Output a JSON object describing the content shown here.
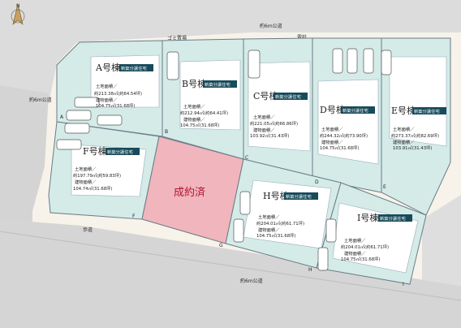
{
  "compass": {
    "north_label": "N"
  },
  "roads": {
    "north_road": "約6m公道",
    "west_road": "約6m公道",
    "south_road": "約6m公道",
    "footpath": "歩道",
    "garbage": "ゴミ置場",
    "street_light": "電柱",
    "sidewalk": "歩道"
  },
  "lots": [
    {
      "id": "A",
      "title": "A号棟",
      "badge": "新築分譲住宅",
      "land": "土地面積／",
      "land_v": "約213.38㎡(約64.54坪)",
      "bldg": "建物面積／",
      "bldg_v": "104.75㎡(31.68坪)"
    },
    {
      "id": "B",
      "title": "B号棟",
      "badge": "新築分譲住宅",
      "land": "土地面積／",
      "land_v": "約212.94㎡(約64.41坪)",
      "bldg": "建物面積／",
      "bldg_v": "104.75㎡(31.68坪)"
    },
    {
      "id": "C",
      "title": "C号棟",
      "badge": "新築分譲住宅",
      "land": "土地面積／",
      "land_v": "約221.05㎡(約66.86坪)",
      "bldg": "建物面積／",
      "bldg_v": "103.92㎡(31.43坪)"
    },
    {
      "id": "D",
      "title": "D号棟",
      "badge": "新築分譲住宅",
      "land": "土地面積／",
      "land_v": "約244.32㎡(約73.90坪)",
      "bldg": "建物面積／",
      "bldg_v": "104.75㎡(31.68坪)"
    },
    {
      "id": "E",
      "title": "E号棟",
      "badge": "新築分譲住宅",
      "land": "土地面積／",
      "land_v": "約273.37㎡(約82.69坪)",
      "bldg": "建物面積／",
      "bldg_v": "103.91㎡(31.43坪)"
    },
    {
      "id": "F",
      "title": "F号棟",
      "badge": "新築分譲住宅",
      "land": "土地面積／",
      "land_v": "約197.79㎡(約59.83坪)",
      "bldg": "建物面積／",
      "bldg_v": "104.74㎡(31.68坪)"
    },
    {
      "id": "H",
      "title": "H号棟",
      "badge": "新築分譲住宅",
      "land": "土地面積／",
      "land_v": "約204.01㎡(約61.71坪)",
      "bldg": "建物面積／",
      "bldg_v": "104.75㎡(31.68坪)"
    },
    {
      "id": "I",
      "title": "I号棟",
      "badge": "新築分譲住宅",
      "land": "土地面積／",
      "land_v": "約204.01㎡(約61.71坪)",
      "bldg": "建物面積／",
      "bldg_v": "104.75㎡(31.68坪)"
    }
  ],
  "sold_label": "成約済",
  "corners": {
    "a": "A",
    "b": "B",
    "c": "C",
    "d": "D",
    "e": "E",
    "f": "F",
    "g": "G",
    "h": "H",
    "i": "I"
  },
  "colors": {
    "lot_fill": "#d4ebe8",
    "sold_fill": "#f1b5bd",
    "road_fill": "#d8d8d8",
    "background": "#f7f3ea",
    "badge": "#174a5a"
  }
}
